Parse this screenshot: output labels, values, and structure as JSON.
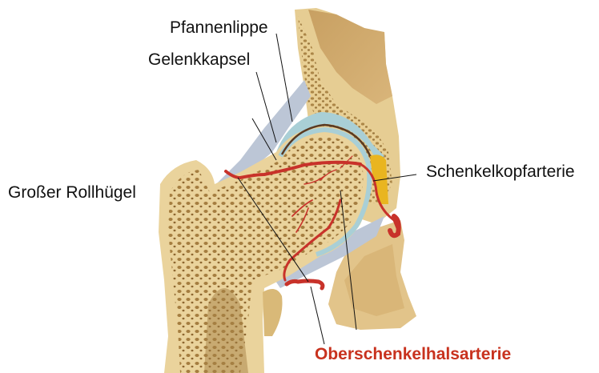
{
  "diagram": {
    "subject": "Hip joint cross-section with femoral head blood supply",
    "labels": [
      {
        "id": "pfannenlippe",
        "text": "Pfannenlippe",
        "highlighted": false
      },
      {
        "id": "gelenkkapsel",
        "text": "Gelenkkapsel",
        "highlighted": false
      },
      {
        "id": "grosser-rollhuegel",
        "text": "Großer Rollhügel",
        "highlighted": false
      },
      {
        "id": "schenkelkopfarterie",
        "text": "Schenkelkopfarterie",
        "highlighted": false
      },
      {
        "id": "oberschenkelhalsarterie",
        "text": "Oberschenkelhalsarterie",
        "highlighted": true
      }
    ],
    "colors": {
      "bone": "#ecd49a",
      "bone_dark": "#b08a4c",
      "spongy": "#9c7434",
      "cartilage": "#a9cfd6",
      "capsule": "#b9c3d3",
      "artery": "#c8322a",
      "fat_pad": "#e9b520",
      "highlight_label": "#c8321e",
      "label": "#111111"
    }
  }
}
